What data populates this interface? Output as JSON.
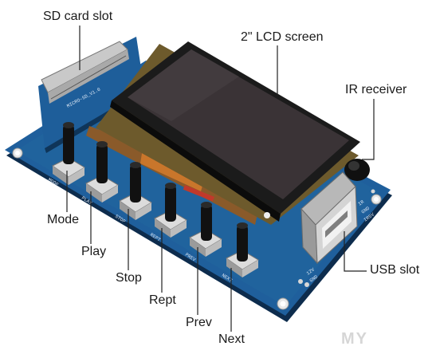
{
  "labels": {
    "sd_card_slot": "SD card slot",
    "lcd_screen": "2\" LCD screen",
    "ir_receiver": "IR receiver",
    "usb_slot": "USB slot",
    "mode": "Mode",
    "play": "Play",
    "stop": "Stop",
    "rept": "Rept",
    "prev": "Prev",
    "next": "Next"
  },
  "pcb_silkscreen": {
    "buttons": [
      "MODE",
      "PLAY",
      "STOP",
      "REPT",
      "PREV",
      "NEXT"
    ],
    "sd_module": "MICRO-SD_V1.0",
    "usb_header": [
      "IR",
      "GND",
      "IR5V"
    ],
    "power_header": [
      "12V",
      "GND"
    ]
  },
  "watermark": "MY",
  "colors": {
    "pcb": "#1f5f9c",
    "pcb_dark": "#123f6e",
    "lcd_frame": "#1b1b1b",
    "lcd_screen": "#3a3336",
    "callout_line": "#222222"
  }
}
